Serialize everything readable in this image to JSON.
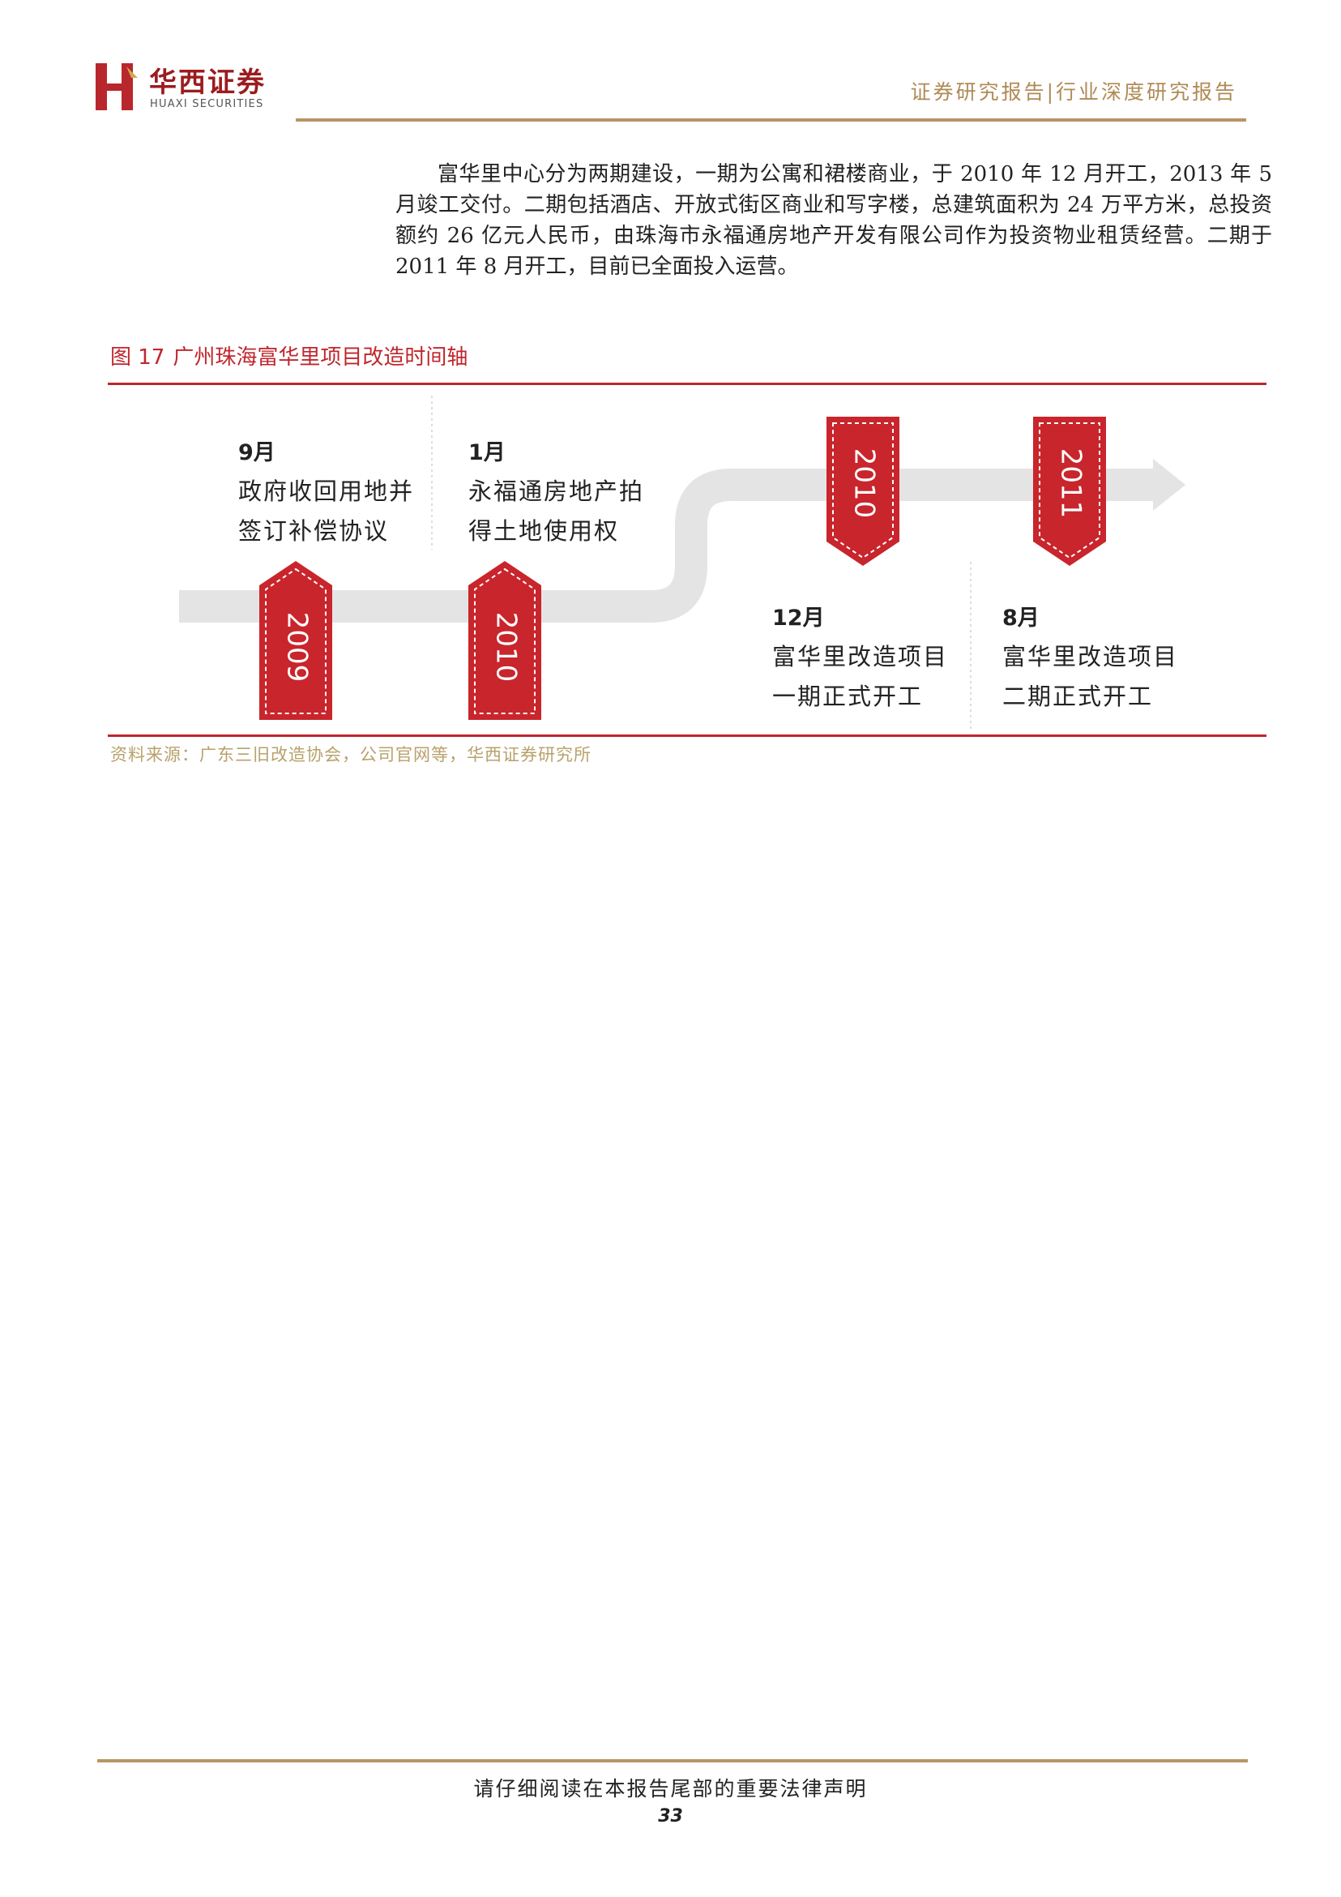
{
  "header": {
    "logo_cn": "华西证券",
    "logo_en": "HUAXI SECURITIES",
    "report_type": "证券研究报告|行业深度研究报告"
  },
  "body": {
    "paragraph": "富华里中心分为两期建设，一期为公寓和裙楼商业，于 2010 年 12 月开工，2013 年 5 月竣工交付。二期包括酒店、开放式街区商业和写字楼，总建筑面积为 24 万平方米，总投资额约 26 亿元人民币，由珠海市永福通房地产开发有限公司作为投资物业租赁经营。二期于 2011 年 8 月开工，目前已全面投入运营。"
  },
  "figure": {
    "number": "图 17",
    "title": "广州珠海富华里项目改造时间轴",
    "source": "资料来源：广东三旧改造协会，公司官网等，华西证券研究所",
    "events": [
      {
        "year": "2009",
        "month": "9月",
        "line1": "政府收回用地并",
        "line2": "签订补偿协议"
      },
      {
        "year": "2010",
        "month": "1月",
        "line1": "永福通房地产拍",
        "line2": "得土地使用权"
      },
      {
        "year": "2010",
        "month": "12月",
        "line1": "富华里改造项目",
        "line2": "一期正式开工"
      },
      {
        "year": "2011",
        "month": "8月",
        "line1": "富华里改造项目",
        "line2": "二期正式开工"
      }
    ],
    "colors": {
      "tag": "#c9252c",
      "arrow": "#e4e4e4",
      "rule": "#c0262d"
    }
  },
  "footer": {
    "disclaimer": "请仔细阅读在本报告尾部的重要法律声明",
    "page_number": "33"
  }
}
